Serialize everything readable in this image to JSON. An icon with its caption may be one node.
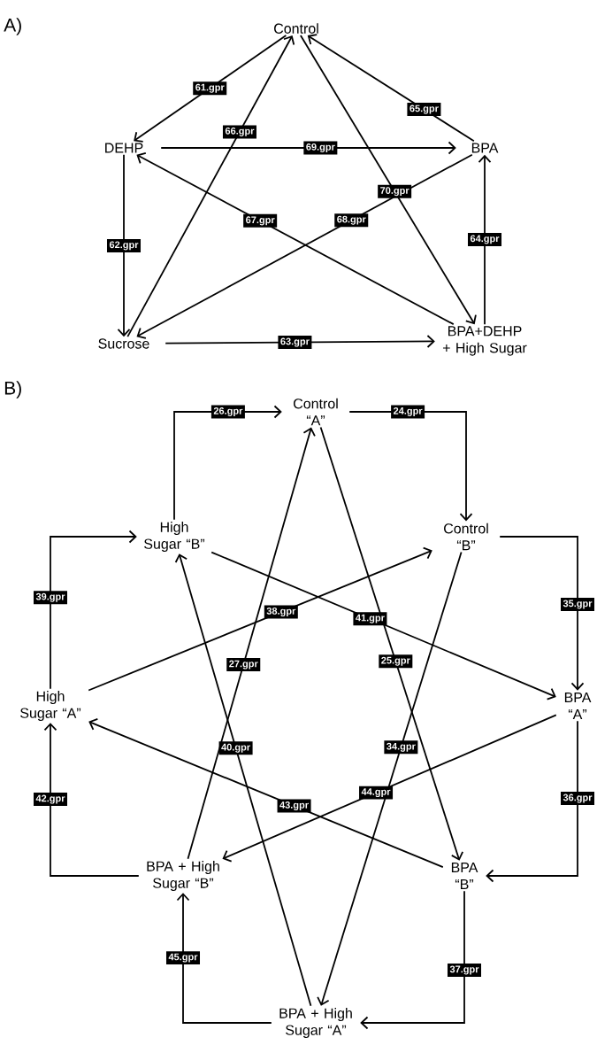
{
  "diagram": {
    "nodes": [
      {
        "text": [
          "Control"
        ]
      },
      {
        "text": [
          "DEHP"
        ]
      },
      {
        "text": [
          "BPA"
        ]
      },
      {
        "text": [
          "Sucrose"
        ]
      },
      {
        "text": [
          "BPA+DEHP + High Sugar"
        ]
      },
      {
        "text": [
          "Control “A”"
        ]
      },
      {
        "text": [
          "High Sugar “B”"
        ]
      },
      {
        "text": [
          "Control “B”"
        ]
      },
      {
        "text": [
          "High Sugar “A”"
        ]
      },
      {
        "text": [
          "BPA “A”"
        ]
      },
      {
        "text": [
          "BPA + High Sugar “B”"
        ]
      },
      {
        "text": [
          "BPA “B”"
        ]
      },
      {
        "text": [
          "BPA + High Sugar “A”"
        ]
      }
    ],
    "edges": [
      {
        "from": 0,
        "to": 1,
        "arrow": "to",
        "label": "61.gpr"
      },
      {
        "from": 2,
        "to": 0,
        "arrow": "to",
        "label": "65.gpr"
      },
      {
        "from": 1,
        "to": 2,
        "arrow": "to",
        "label": "69.gpr"
      },
      {
        "from": 3,
        "to": 0,
        "arrow": "to",
        "label": "66.gpr"
      },
      {
        "from": 0,
        "to": 4,
        "arrow": "to",
        "label": "70.gpr"
      },
      {
        "from": 4,
        "to": 1,
        "arrow": "to",
        "label": "67.gpr"
      },
      {
        "from": 2,
        "to": 3,
        "arrow": "to",
        "label": "68.gpr"
      },
      {
        "from": 1,
        "to": 3,
        "arrow": "to",
        "label": "62.gpr"
      },
      {
        "from": 4,
        "to": 2,
        "arrow": "to",
        "label": "64.gpr"
      },
      {
        "from": 3,
        "to": 4,
        "arrow": "to",
        "label": "63.gpr"
      },
      {
        "from": 6,
        "to": 5,
        "arrow": "to",
        "label": "26.gpr"
      },
      {
        "from": 5,
        "to": 7,
        "arrow": "to",
        "label": "24.gpr"
      },
      {
        "from": 8,
        "to": 6,
        "arrow": "to",
        "label": "39.gpr"
      },
      {
        "from": 7,
        "to": 9,
        "arrow": "to",
        "label": "35.gpr"
      },
      {
        "from": 8,
        "to": 7,
        "arrow": "to",
        "label": "38.gpr"
      },
      {
        "from": 6,
        "to": 9,
        "arrow": "to",
        "label": "41.gpr"
      },
      {
        "from": 10,
        "to": 5,
        "arrow": "to",
        "label": "27.gpr"
      },
      {
        "from": 5,
        "to": 11,
        "arrow": "to",
        "label": "25.gpr"
      },
      {
        "from": 12,
        "to": 6,
        "arrow": "to",
        "label": "40.gpr"
      },
      {
        "from": 7,
        "to": 12,
        "arrow": "to",
        "label": "34.gpr"
      },
      {
        "from": 10,
        "to": 8,
        "arrow": "to",
        "label": "42.gpr"
      },
      {
        "from": 11,
        "to": 8,
        "arrow": "to",
        "label": "43.gpr"
      },
      {
        "from": 9,
        "to": 10,
        "arrow": "to",
        "label": "44.gpr"
      },
      {
        "from": 9,
        "to": 11,
        "arrow": "to",
        "label": "36.gpr"
      },
      {
        "from": 12,
        "to": 10,
        "arrow": "to",
        "label": "45.gpr"
      },
      {
        "from": 11,
        "to": 12,
        "arrow": "to",
        "label": "37.gpr"
      }
    ],
    "labels": [
      "A)",
      "B)"
    ]
  }
}
